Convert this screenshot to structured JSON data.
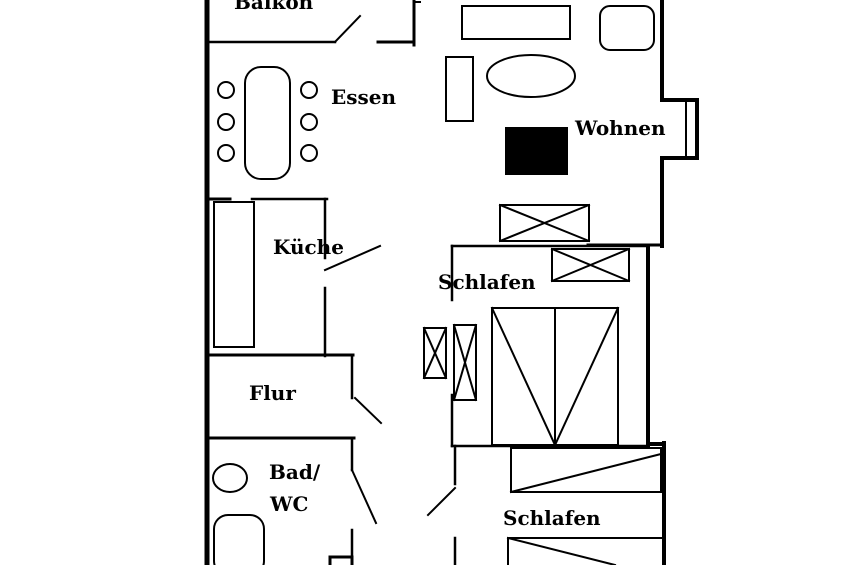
{
  "rooms": {
    "balkon": "Balkon",
    "essen": "Essen",
    "wohnen": "Wohnen",
    "kueche": "Küche",
    "schlafen1": "Schlafen",
    "flur": "Flur",
    "bad_line1": "Bad/",
    "bad_line2": "WC",
    "schlafen2": "Schlafen"
  },
  "colors": {
    "wall": "#000000",
    "background": "#ffffff"
  }
}
